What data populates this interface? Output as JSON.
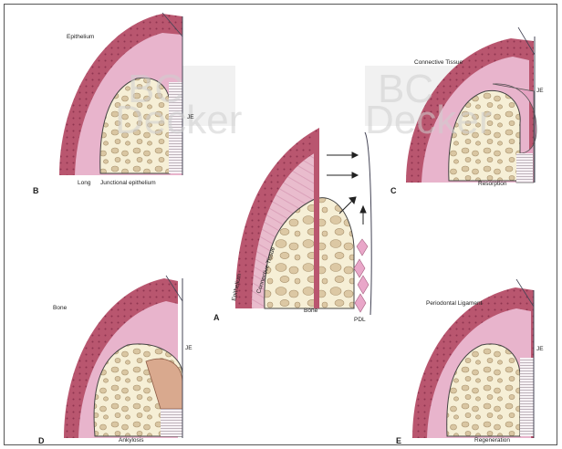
{
  "panels": {
    "a": {
      "letter": "A",
      "epithelium": "Epithelium",
      "connective": "Connective Tissue",
      "bone": "Bone",
      "pdl": "PDL"
    },
    "b": {
      "letter": "B",
      "epithelium": "Epithelium",
      "long": "Long",
      "junctional": "Junctional epithelium",
      "je": "JE"
    },
    "c": {
      "letter": "C",
      "connective": "Connective Tissue",
      "je": "JE",
      "resorption": "Resorption"
    },
    "d": {
      "letter": "D",
      "bone": "Bone",
      "je": "JE",
      "ankylosis": "Ankylosis"
    },
    "e": {
      "letter": "E",
      "ligament": "Periodontal Ligament",
      "je": "JE",
      "regeneration": "Regeneration"
    }
  },
  "watermark": {
    "line1": "BC",
    "line2": "Decker"
  },
  "colors": {
    "epi_dark": "#b0506a",
    "epi_mid": "#c9637e",
    "ct_pink": "#e8b4cc",
    "bone_fill": "#f6efd6",
    "bone_hole": "#d7c3a0",
    "ankylosis": "#d9a98e"
  }
}
